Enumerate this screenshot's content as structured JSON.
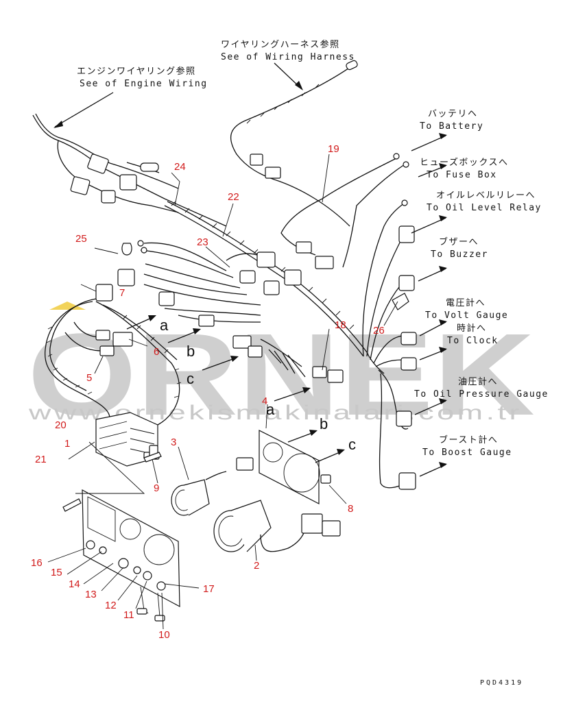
{
  "watermark": {
    "brand": "ORNEK",
    "url": "www.ornekismakinalari.com.tr"
  },
  "drawing_code": "PQD4319",
  "callouts": [
    {
      "jp": "エンジンワイヤリング参照",
      "en": "See of Engine Wiring"
    },
    {
      "jp": "ワイヤリングハーネス参照",
      "en": "See of Wiring Harness"
    },
    {
      "jp": "バッテリヘ",
      "en": "To Battery"
    },
    {
      "jp": "ヒューズボックスへ",
      "en": "To Fuse Box"
    },
    {
      "jp": "オイルレベルリレーへ",
      "en": "To Oil Level Relay"
    },
    {
      "jp": "ブザーへ",
      "en": "To Buzzer"
    },
    {
      "jp": "電圧計へ",
      "en": "To Volt Gauge"
    },
    {
      "jp": "時計へ",
      "en": "To Clock"
    },
    {
      "jp": "油圧計へ",
      "en": "To Oil Pressure Gauge"
    },
    {
      "jp": "ブースト計へ",
      "en": "To Boost Gauge"
    }
  ],
  "part_numbers": [
    "1",
    "2",
    "3",
    "4",
    "5",
    "6",
    "7",
    "8",
    "9",
    "10",
    "11",
    "12",
    "13",
    "14",
    "15",
    "16",
    "17",
    "18",
    "19",
    "20",
    "21",
    "22",
    "23",
    "24",
    "25",
    "26"
  ],
  "letters": [
    "a",
    "b",
    "c"
  ]
}
